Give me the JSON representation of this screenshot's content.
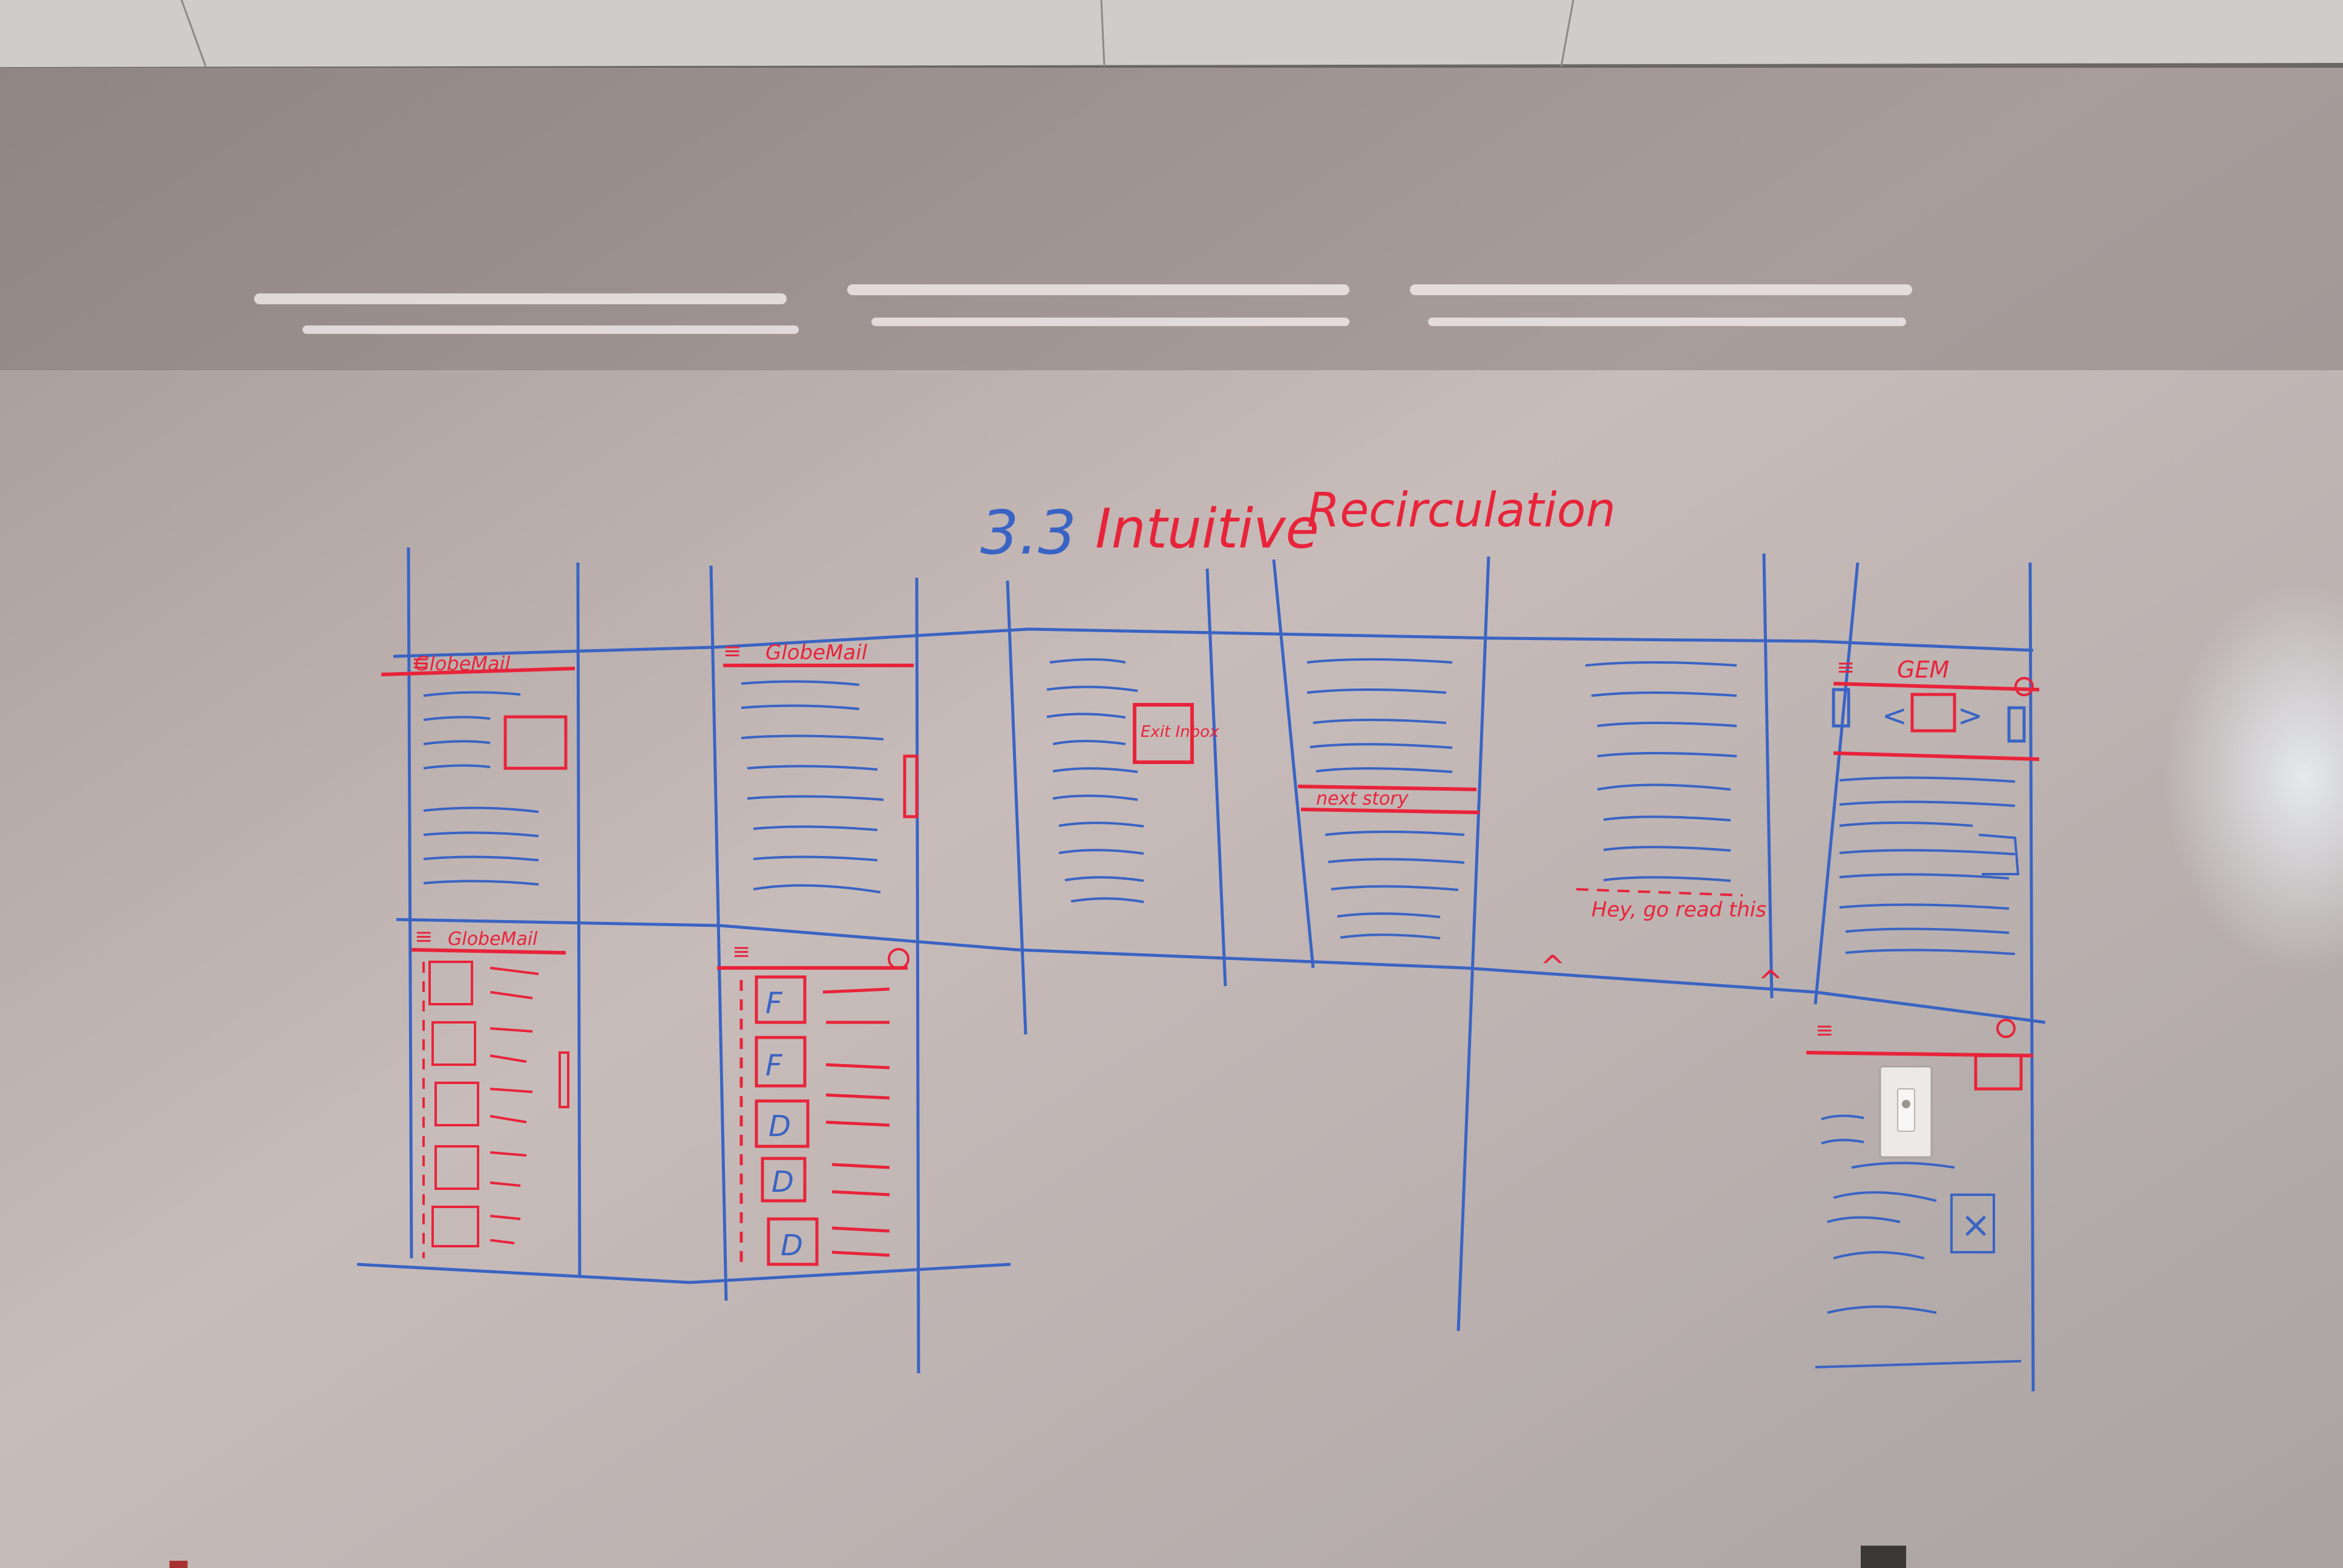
{
  "scene": {
    "title_number": "3.3",
    "title_text": "Intuitive",
    "title_text2": "Recirculation",
    "wireframes": [
      {
        "header": "GlobeMail"
      },
      {
        "header": "GlobeMail"
      },
      {
        "header": "GlobeMail"
      },
      {
        "button": "Exit Inbox"
      },
      {
        "label": "next story"
      },
      {
        "note": "Hey, go read this"
      },
      {
        "header": "GEM"
      }
    ],
    "thumb_letters": [
      "F",
      "F",
      "D",
      "D",
      "D"
    ],
    "colors": {
      "blue_marker": "#3a64c4",
      "red_marker": "#e8243a",
      "board": "#d2c6c4"
    },
    "icons": [
      "close-x-icon",
      "chevron-up-icon",
      "menu-icon"
    ]
  }
}
